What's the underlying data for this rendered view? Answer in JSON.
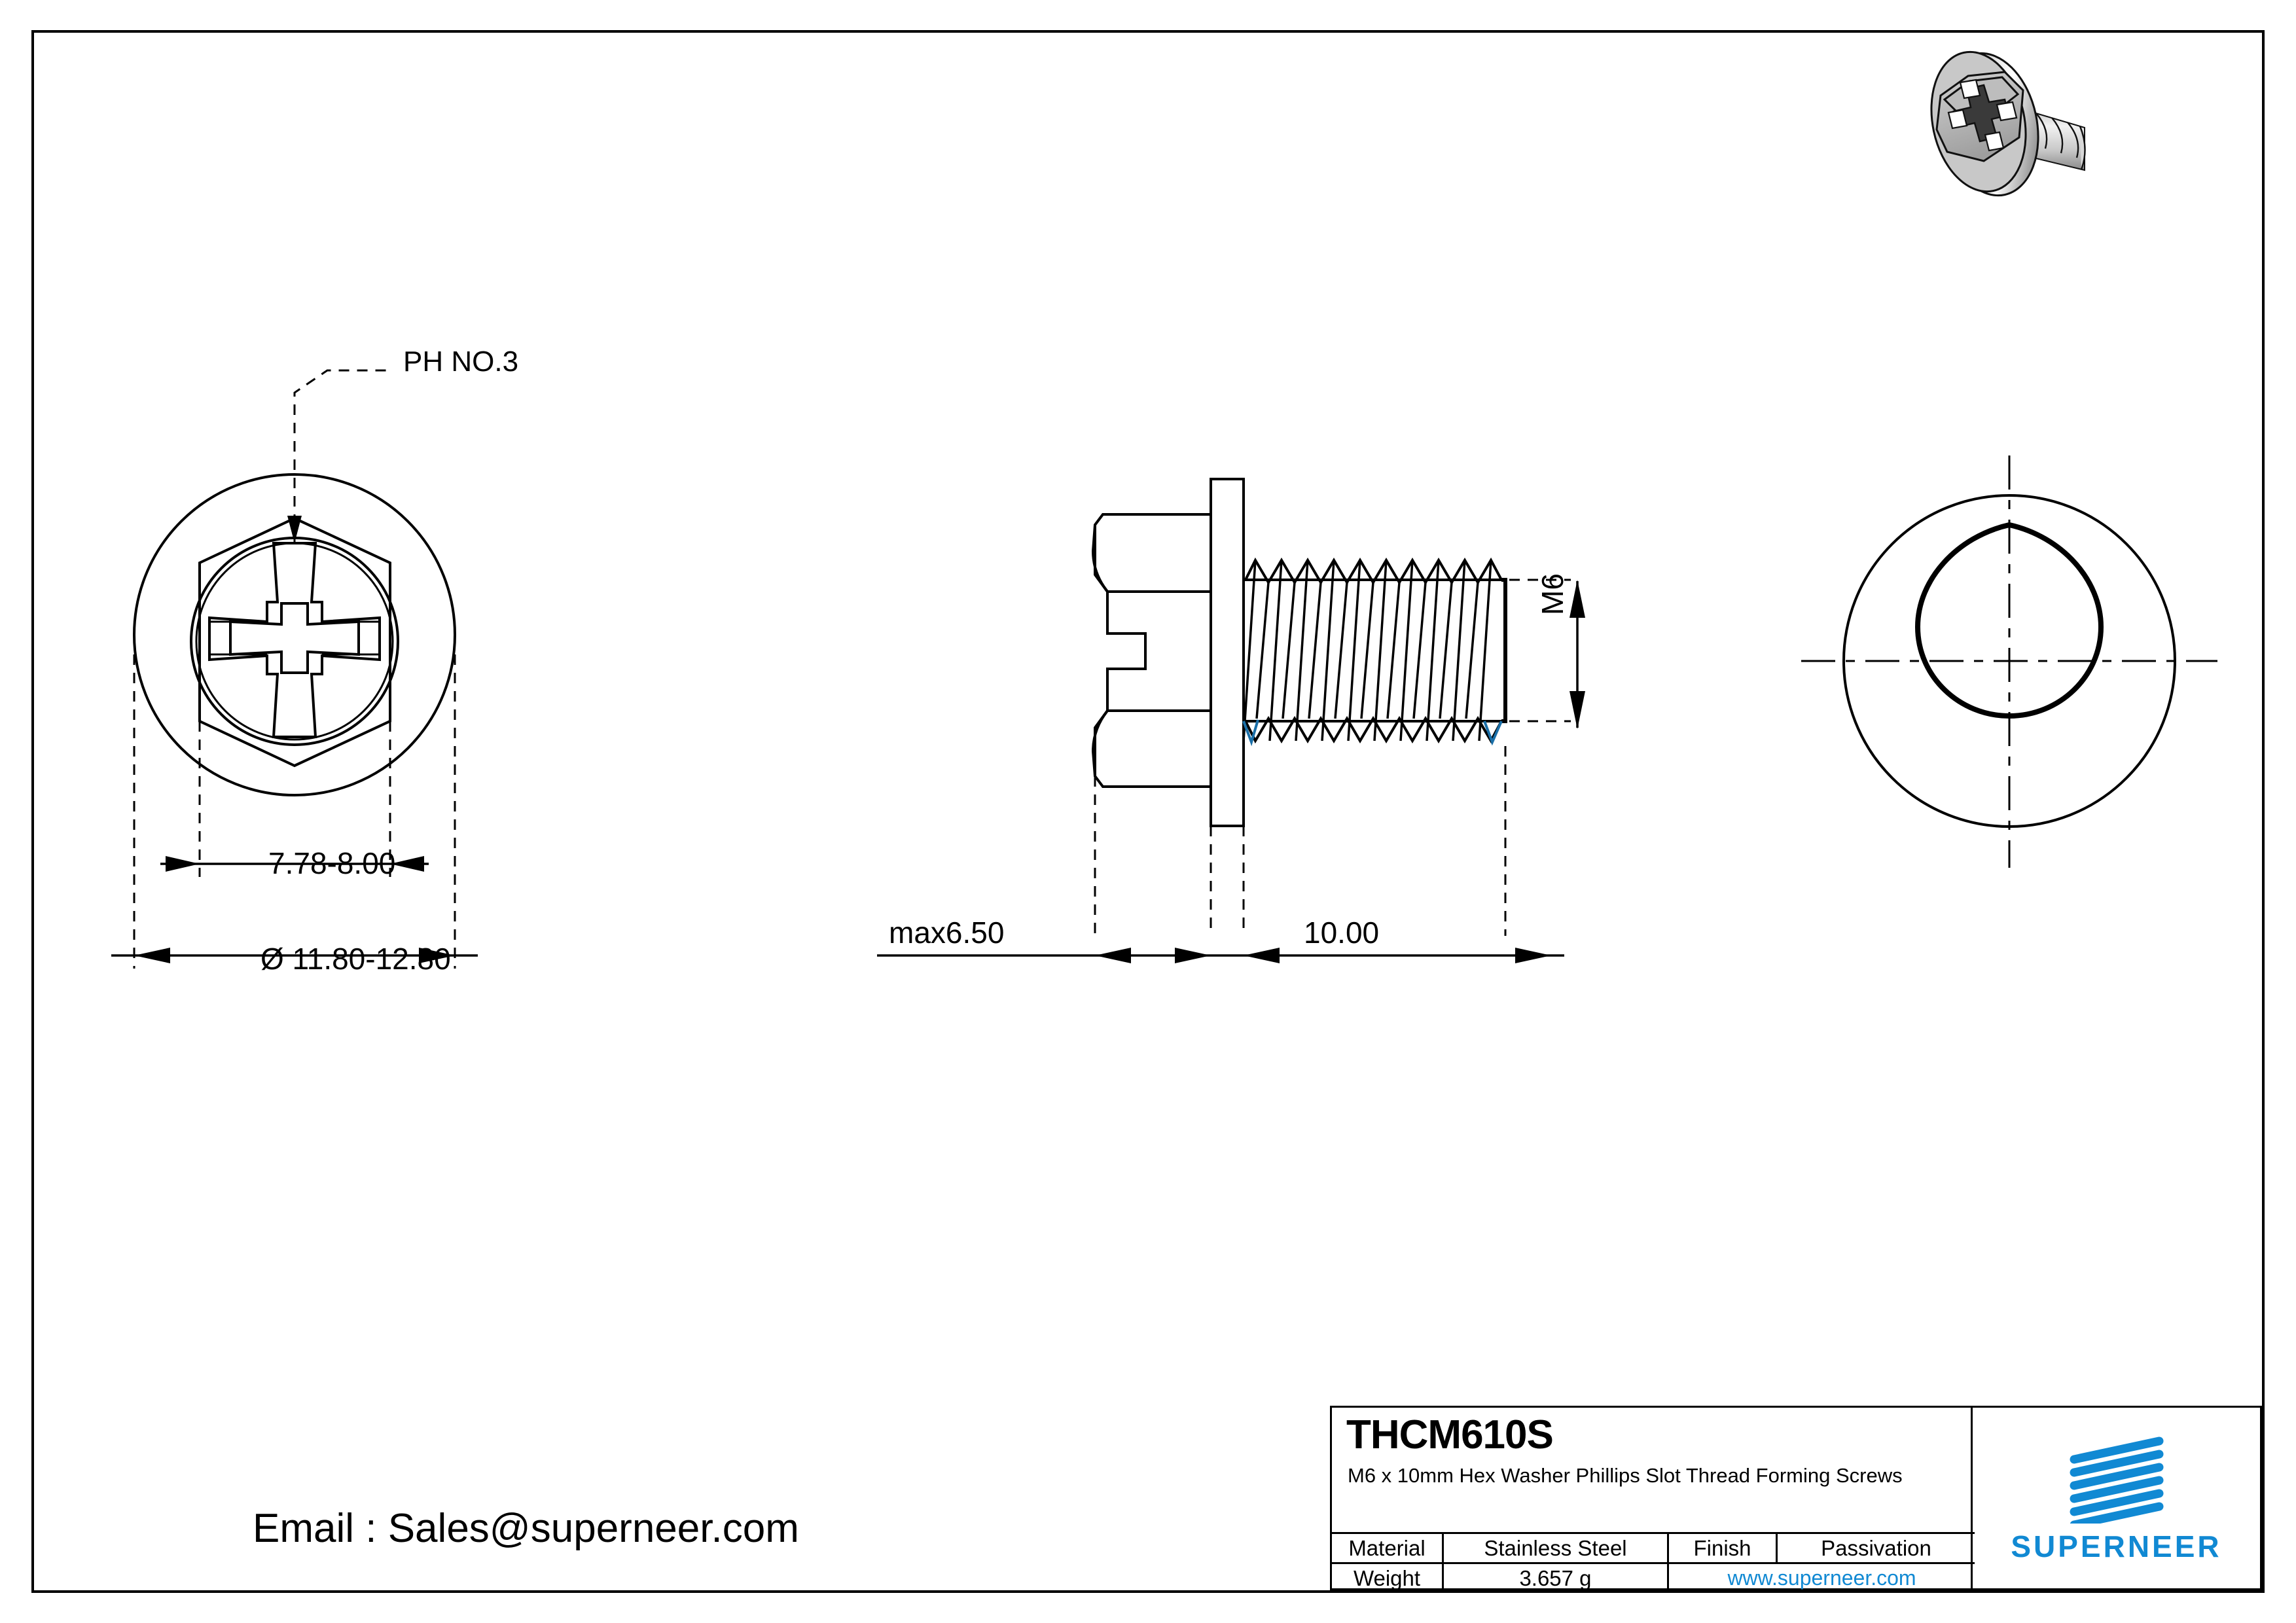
{
  "drawing": {
    "views": {
      "top_left_label": "PH NO.3",
      "dim_across_flats": "7.78-8.00",
      "dim_head_diameter": "Ø 11.80-12.80",
      "dim_head_height": "max6.50",
      "dim_thread_length": "10.00",
      "dim_thread_size": "M6"
    }
  },
  "contact": {
    "email_line": "Email : Sales@superneer.com"
  },
  "title_block": {
    "part_code": "THCM610S",
    "description": "M6 x 10mm Hex Washer Phillips Slot Thread Forming  Screws",
    "material_label": "Material",
    "material_value": "Stainless Steel",
    "finish_label": "Finish",
    "finish_value": "Passivation",
    "weight_label": "Weight",
    "weight_value": "3.657 g",
    "website": "www.superneer.com",
    "brand": "SUPERNEER",
    "brand_color": "#1189d3"
  }
}
